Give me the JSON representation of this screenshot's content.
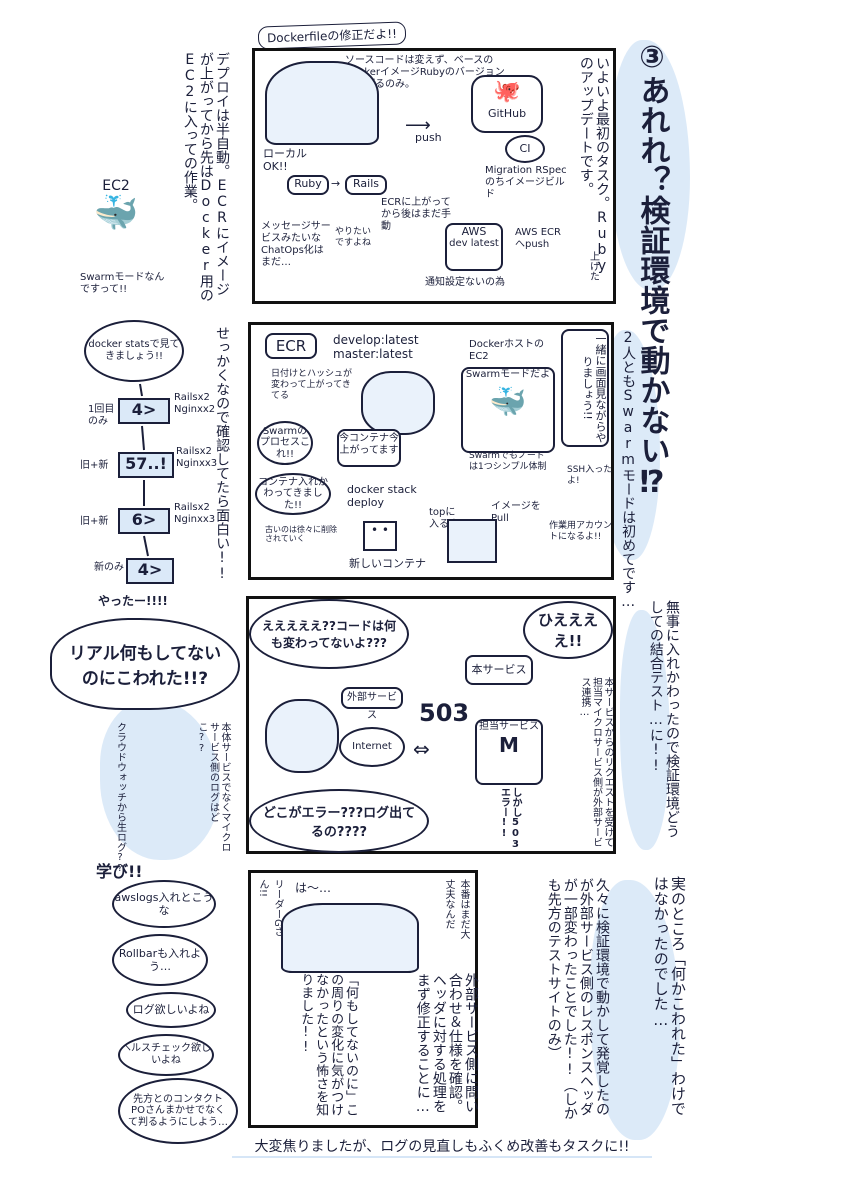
{
  "colors": {
    "ink": "#1b1f3a",
    "wash": "#d6e6f7",
    "frame": "#111111",
    "paper": "#ffffff"
  },
  "header": {
    "chapter": "③あれれ？検証環境で動かない⁉",
    "dockerfile_note": "Dockerfileの修正だよ!!"
  },
  "p1": {
    "side_note": "デプロイは半自動。ECRにイメージが上がってから先はDocker用のEC2に入っての作業。",
    "ec2_label": "EC2",
    "swarm_note": "Swarmモードなんですって!!",
    "narration": "いよいよ最初のタスク。Rubyのアップデートです。",
    "source_note": "ソースコードは変えず、ベースのDockerイメージRubyのバージョンを上げるのみ。",
    "local_ok": "ローカルOK!!",
    "ruby": "Ruby",
    "rails": "Rails",
    "push": "push",
    "github": "GitHub",
    "ci": "CI",
    "migration": "Migration RSpecのちイメージビルド",
    "ecr_note": "ECRに上がってから後はまだ手動",
    "aws_box": "AWS",
    "dev_latest": "dev latest",
    "aws_ecr": "AWS ECRへpush",
    "chatops": "メッセージサービスみたいなChatOps化はまだ…",
    "think": "やりたいですよね",
    "notify": "通知設定ないの為",
    "flag": "上げた"
  },
  "p2": {
    "side_note": "せっかくなので確認してたら面白い!!",
    "right_note": "2人ともSwarmモードは初めてです…",
    "speech_top": "一緒に画面見ながらやりましょう!!",
    "ecr": "ECR",
    "tags": "develop:latest\nmaster:latest",
    "date_note": "日付けとハッシュが変わって上がってきてる",
    "docker_host": "DockerホストのEC2",
    "swarm": "Swarmモードだよ",
    "swarm_note": "Swarmでもノードは1つシンプル体制",
    "ssh": "SSH入ったよ!",
    "pull": "イメージをPull",
    "workacct": "作業用アカウントになるよ!!",
    "process_q": "Swarmのプロセスこれ!!",
    "now": "今コンテナ今上がってます",
    "container_note": "コンテナ入れかわってきました!!",
    "stack": "docker stack deploy",
    "top": "topに入るよ",
    "old_new": "古いのは徐々に削除されていく",
    "new_container": "新しいコンテナ",
    "stats_bubble": "docker statsで見てきましょう!!",
    "steps": [
      {
        "label": "1回目のみ",
        "num": "4>",
        "note": "Railsx2 Nginxx2"
      },
      {
        "label": "旧+新",
        "num": "57..!",
        "note": "Railsx2 Nginxx3"
      },
      {
        "label": "旧+新",
        "num": "6>",
        "note": "Railsx2 Nginxx3"
      },
      {
        "label": "新のみ",
        "num": "4>",
        "note": ""
      }
    ],
    "yatta": "やったー!!!!"
  },
  "p3": {
    "right_note": "無事に入れかわったので検証環境どうしての結合テスト…に!!",
    "shout_left": "リアル何もしてないのにこわれた!!?",
    "shout_top": "えええええ??コードは何も変わってないよ???",
    "shout_right": "ひええええ!!",
    "cloudwatch_q": "クラウドウォッチから生ログ??",
    "log_q": "本体サービスでなくマイクロサービス側のログはどこ??",
    "main_service": "本サービス",
    "external": "外部サービス",
    "internet": "Internet",
    "status_503": "503",
    "charge": "担当サービス",
    "m": "M",
    "error": "しかし503エラー!!",
    "req_note": "本サービスからのリクエストを受けて担当マイクロサービス側が外部サービス連携…",
    "where": "どこがエラー???ログ出てるの????"
  },
  "p4": {
    "learned": "学び!!",
    "bubbles": [
      "awslogs入れとこうな",
      "Rollbarも入れよう…",
      "ログ欲しいよね",
      "ヘルスチェック欲しいよね",
      "先方とのコンタクトPOさんまかせでなくて判るようにしよう…"
    ],
    "narration_right": "実のところ「何かこわれた」わけではなかったのでした…",
    "narration_mid": "久々に検証環境で動かして発覚したのが外部サービス側のレスポンスヘッダが一部変わったことでした!!（しかも先方のテストサイトのみ）",
    "narration_left": "外部サービス側に問い合わせ＆仕様を確認。ヘッダに対する処理をまず修正することに…",
    "narration_far": "「何もしてないのに」この周りの変化に気がつけなかったという怖さを知りました!!",
    "honban": "本番はまだ大丈夫なんだ",
    "ha": "は〜…",
    "leader": "リーダーGさん!!",
    "footer": "大変焦りましたが、ログの見直しもふくめ改善もタスクに!!"
  }
}
